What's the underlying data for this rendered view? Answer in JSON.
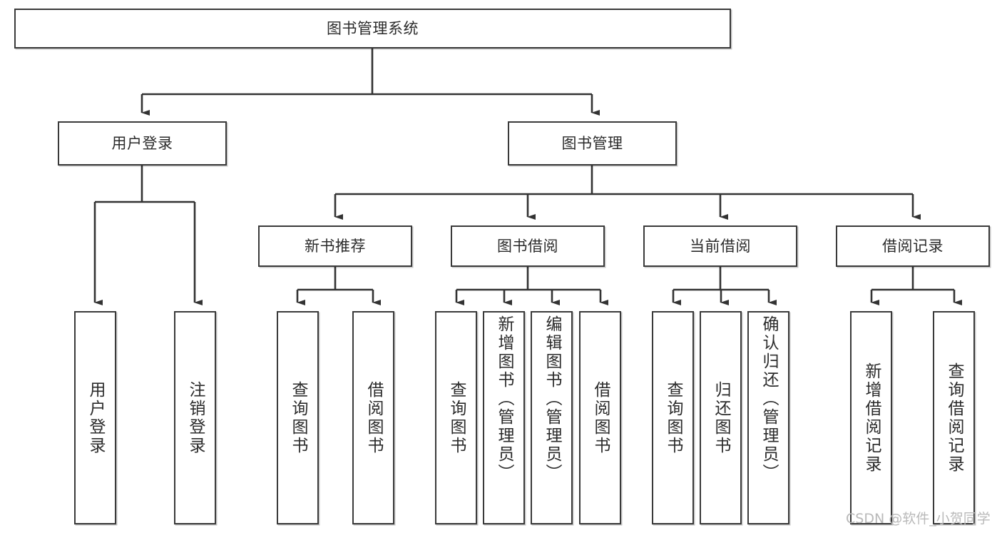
{
  "diagram": {
    "type": "hierarchy-tree",
    "title": "图书管理系统",
    "watermark": "CSDN @软件_小贺同学",
    "colors": {
      "box_border": "#3a3a3a",
      "box_fill": "#ffffff",
      "connector": "#333333",
      "text": "#2b2b2b",
      "watermark": "#b9b9b9"
    },
    "nodes": {
      "root": {
        "label": "图书管理系统"
      },
      "level2": [
        {
          "label": "用户登录"
        },
        {
          "label": "图书管理"
        }
      ],
      "level3": [
        {
          "label": "新书推荐"
        },
        {
          "label": "图书借阅"
        },
        {
          "label": "当前借阅"
        },
        {
          "label": "借阅记录"
        }
      ],
      "leaves_user_login": [
        {
          "label": "用户登录"
        },
        {
          "label": "注销登录"
        }
      ],
      "leaves_new_book": [
        {
          "label": "查询图书"
        },
        {
          "label": "借阅图书"
        }
      ],
      "leaves_borrow": [
        {
          "label": "查询图书"
        },
        {
          "label": "新增图书（管理员）"
        },
        {
          "label": "编辑图书（管理员）"
        },
        {
          "label": "借阅图书"
        }
      ],
      "leaves_current": [
        {
          "label": "查询图书"
        },
        {
          "label": "归还图书"
        },
        {
          "label": "确认归还（管理员）"
        }
      ],
      "leaves_records": [
        {
          "label": "新增借阅记录"
        },
        {
          "label": "查询借阅记录"
        }
      ]
    }
  }
}
